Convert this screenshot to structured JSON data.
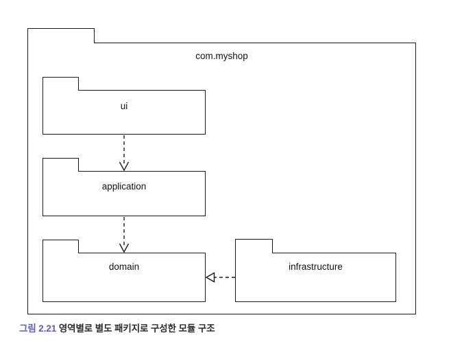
{
  "figure": {
    "caption_number": "그림 2.21",
    "caption_text": "영역별로 별도 패키지로 구성한 모듈 구조",
    "caption_number_color": "#5b5ad0",
    "caption_text_color": "#2b2b2b"
  },
  "diagram": {
    "type": "uml-package-diagram",
    "stroke_color": "#1a1a1a",
    "fill_color": "#ffffff",
    "outer_package": {
      "name": "com.myshop"
    },
    "packages": [
      {
        "id": "ui",
        "name": "ui"
      },
      {
        "id": "application",
        "name": "application"
      },
      {
        "id": "domain",
        "name": "domain"
      },
      {
        "id": "infrastructure",
        "name": "infrastructure"
      }
    ],
    "connectors": [
      {
        "id": "ui-to-application",
        "from": "ui",
        "to": "application",
        "style": "dashed",
        "arrowhead": "open-v",
        "label": ""
      },
      {
        "id": "application-to-domain",
        "from": "application",
        "to": "domain",
        "style": "dashed",
        "arrowhead": "open-v",
        "label": ""
      },
      {
        "id": "infrastructure-to-domain",
        "from": "infrastructure",
        "to": "domain",
        "style": "dashed",
        "arrowhead": "open-triangle",
        "label": ""
      }
    ]
  }
}
